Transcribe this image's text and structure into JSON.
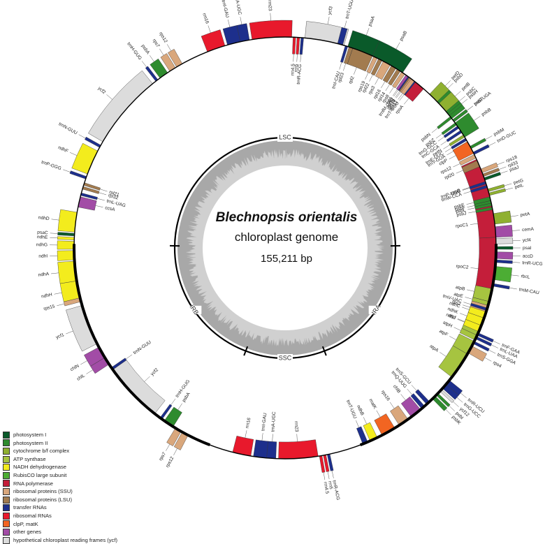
{
  "title": {
    "species": "Blechnopsis orientalis",
    "subtitle": "chloroplast genome",
    "size": "155,211 bp"
  },
  "genome_length": 155211,
  "colors": {
    "photosystem_I": "#0a5a2a",
    "photosystem_II": "#2e8b2e",
    "cytochrome_bf": "#8fb030",
    "atp_synthase": "#a6c440",
    "nadh": "#f3ec1d",
    "rubisco": "#4cad34",
    "rna_polymerase": "#c41e3a",
    "ssu": "#d9a77c",
    "lsu": "#a27b4f",
    "trna": "#1d2f8c",
    "rrna": "#e8192c",
    "clpp_matk": "#f26522",
    "other": "#a24ca6",
    "ycf": "#dcdcdc",
    "inner_dark": "#a8a8a8",
    "inner_light": "#d0d0d0"
  },
  "regions": [
    {
      "label": "LSC",
      "pos": 0.0
    },
    {
      "label": "IRA",
      "pos": 0.345
    },
    {
      "label": "SSC",
      "pos": 0.5
    },
    {
      "label": "IRB",
      "pos": 0.655
    }
  ],
  "boundaries": [
    0.247,
    0.442,
    0.558,
    0.753
  ],
  "legend": [
    {
      "label": "photosystem I",
      "color": "#0a5a2a"
    },
    {
      "label": "photosystem II",
      "color": "#2e8b2e"
    },
    {
      "label": "cytochrome b/f complex",
      "color": "#8fb030"
    },
    {
      "label": "ATP synthase",
      "color": "#a6c440"
    },
    {
      "label": "NADH dehydrogenase",
      "color": "#f3ec1d"
    },
    {
      "label": "RubisCO large subunit",
      "color": "#4cad34"
    },
    {
      "label": "RNA polymerase",
      "color": "#c41e3a"
    },
    {
      "label": "ribosomal proteins (SSU)",
      "color": "#d9a77c"
    },
    {
      "label": "ribosomal proteins (LSU)",
      "color": "#a27b4f"
    },
    {
      "label": "transfer RNAs",
      "color": "#1d2f8c"
    },
    {
      "label": "ribosomal RNAs",
      "color": "#e8192c"
    },
    {
      "label": "clpP, matK",
      "color": "#f26522"
    },
    {
      "label": "other genes",
      "color": "#a24ca6"
    },
    {
      "label": "hypothetical chloroplast reading frames (ycf)",
      "color": "#dcdcdc"
    }
  ],
  "genes": [
    {
      "name": "ycf3",
      "cat": "ycf",
      "start": 0.015,
      "end": 0.045,
      "side": "out"
    },
    {
      "name": "psaA",
      "cat": "photosystem_I",
      "start": 0.048,
      "end": 0.068,
      "side": "out"
    },
    {
      "name": "psaB",
      "cat": "photosystem_I",
      "start": 0.068,
      "end": 0.094,
      "side": "out"
    },
    {
      "name": "trnfM-CAU",
      "cat": "trna",
      "start": 0.098,
      "end": 0.1,
      "side": "in"
    },
    {
      "name": "rps14",
      "cat": "ssu",
      "start": 0.1,
      "end": 0.103,
      "side": "in"
    },
    {
      "name": "trnT-GGU",
      "cat": "trna",
      "start": 0.104,
      "end": 0.106,
      "side": "in"
    },
    {
      "name": "psbD",
      "cat": "photosystem_II",
      "start": 0.121,
      "end": 0.132,
      "side": "out"
    },
    {
      "name": "psbC",
      "cat": "photosystem_II",
      "start": 0.132,
      "end": 0.145,
      "side": "out"
    },
    {
      "name": "trnS-UGA",
      "cat": "trna",
      "start": 0.146,
      "end": 0.148,
      "side": "out"
    },
    {
      "name": "psbZ",
      "cat": "photosystem_II",
      "start": 0.149,
      "end": 0.151,
      "side": "in"
    },
    {
      "name": "trnG-GCC",
      "cat": "trna",
      "start": 0.152,
      "end": 0.154,
      "side": "in"
    },
    {
      "name": "trnC-GCA",
      "cat": "trna",
      "start": 0.156,
      "end": 0.158,
      "side": "in"
    },
    {
      "name": "petN",
      "cat": "cytochrome_bf",
      "start": 0.16,
      "end": 0.162,
      "side": "in"
    },
    {
      "name": "trnE-UUC",
      "cat": "trna",
      "start": 0.163,
      "end": 0.165,
      "side": "in"
    },
    {
      "name": "trnY-GUA",
      "cat": "trna",
      "start": 0.166,
      "end": 0.168,
      "side": "in"
    },
    {
      "name": "psbM",
      "cat": "photosystem_II",
      "start": 0.17,
      "end": 0.172,
      "side": "out"
    },
    {
      "name": "trnD-GUC",
      "cat": "trna",
      "start": 0.175,
      "end": 0.177,
      "side": "out"
    },
    {
      "name": "rpoB",
      "cat": "rna_polymerase",
      "start": 0.181,
      "end": 0.218,
      "side": "in"
    },
    {
      "name": "rpoC1",
      "cat": "rna_polymerase",
      "start": 0.218,
      "end": 0.242,
      "side": "in"
    },
    {
      "name": "rpoC2",
      "cat": "rna_polymerase",
      "start": 0.242,
      "end": 0.292,
      "side": "in"
    },
    {
      "name": "rps2",
      "cat": "ssu",
      "start": 0.294,
      "end": 0.305,
      "side": "in"
    },
    {
      "name": "atpI",
      "cat": "atp_synthase",
      "start": 0.306,
      "end": 0.318,
      "side": "in"
    },
    {
      "name": "atpH",
      "cat": "atp_synthase",
      "start": 0.318,
      "end": 0.322,
      "side": "in"
    },
    {
      "name": "atpF",
      "cat": "atp_synthase",
      "start": 0.323,
      "end": 0.334,
      "side": "in"
    },
    {
      "name": "atpA",
      "cat": "atp_synthase",
      "start": 0.334,
      "end": 0.355,
      "side": "in"
    },
    {
      "name": "trnR-UCU",
      "cat": "trna",
      "start": 0.358,
      "end": 0.362,
      "side": "out"
    },
    {
      "name": "trnG-UCC",
      "cat": "trna",
      "start": 0.362,
      "end": 0.366,
      "side": "out"
    },
    {
      "name": "ycf12",
      "cat": "ycf",
      "start": 0.367,
      "end": 0.369,
      "side": "out"
    },
    {
      "name": "psbI",
      "cat": "photosystem_II",
      "start": 0.371,
      "end": 0.373,
      "side": "out"
    },
    {
      "name": "psbK",
      "cat": "photosystem_II",
      "start": 0.374,
      "end": 0.377,
      "side": "out"
    },
    {
      "name": "trnS-GCU",
      "cat": "trna",
      "start": 0.38,
      "end": 0.383,
      "side": "in"
    },
    {
      "name": "trnQ-UUG",
      "cat": "trna",
      "start": 0.385,
      "end": 0.388,
      "side": "in"
    },
    {
      "name": "chlB",
      "cat": "other",
      "start": 0.389,
      "end": 0.398,
      "side": "in"
    },
    {
      "name": "rps16",
      "cat": "ssu",
      "start": 0.401,
      "end": 0.409,
      "side": "in"
    },
    {
      "name": "matK",
      "cat": "clpp_matk",
      "start": 0.413,
      "end": 0.424,
      "side": "in"
    },
    {
      "name": "ndhB",
      "cat": "nadh",
      "start": 0.428,
      "end": 0.434,
      "side": "in"
    },
    {
      "name": "trnT-UGU",
      "cat": "trna",
      "start": 0.436,
      "end": 0.44,
      "side": "in"
    },
    {
      "name": "trnR-ACG",
      "cat": "trna",
      "start": 0.466,
      "end": 0.468,
      "side": "out"
    },
    {
      "name": "rrn5",
      "cat": "rrna",
      "start": 0.469,
      "end": 0.471,
      "side": "out"
    },
    {
      "name": "rrn4.5",
      "cat": "rrna",
      "start": 0.472,
      "end": 0.474,
      "side": "out"
    },
    {
      "name": "rrn23",
      "cat": "rrna",
      "start": 0.475,
      "end": 0.505,
      "side": "in"
    },
    {
      "name": "trnA-UGC",
      "cat": "trna",
      "start": 0.507,
      "end": 0.514,
      "side": "in"
    },
    {
      "name": "trnI-GAU",
      "cat": "trna",
      "start": 0.514,
      "end": 0.524,
      "side": "in"
    },
    {
      "name": "rrn16",
      "cat": "rrna",
      "start": 0.526,
      "end": 0.54,
      "side": "in"
    },
    {
      "name": "rps12",
      "cat": "ssu",
      "start": 0.576,
      "end": 0.581,
      "side": "out"
    },
    {
      "name": "rps7",
      "cat": "ssu",
      "start": 0.582,
      "end": 0.587,
      "side": "out"
    },
    {
      "name": "psbA",
      "cat": "photosystem_II",
      "start": 0.589,
      "end": 0.597,
      "side": "in"
    },
    {
      "name": "trnH-GUG",
      "cat": "trna",
      "start": 0.599,
      "end": 0.601,
      "side": "in"
    },
    {
      "name": "ycf2",
      "cat": "ycf",
      "start": 0.606,
      "end": 0.652,
      "side": "in"
    },
    {
      "name": "trnN-GUU",
      "cat": "trna",
      "start": 0.652,
      "end": 0.654,
      "side": "in"
    },
    {
      "name": "chlL",
      "cat": "other",
      "start": 0.657,
      "end": 0.663,
      "side": "out"
    },
    {
      "name": "chlN",
      "cat": "other",
      "start": 0.663,
      "end": 0.672,
      "side": "out"
    },
    {
      "name": "ycf1",
      "cat": "ycf",
      "start": 0.675,
      "end": 0.706,
      "side": "out"
    },
    {
      "name": "rps15",
      "cat": "ssu",
      "start": 0.709,
      "end": 0.712,
      "side": "out"
    },
    {
      "name": "ndhH",
      "cat": "nadh",
      "start": 0.712,
      "end": 0.725,
      "side": "out"
    },
    {
      "name": "ndhA",
      "cat": "nadh",
      "start": 0.725,
      "end": 0.74,
      "side": "out"
    },
    {
      "name": "ndhI",
      "cat": "nadh",
      "start": 0.741,
      "end": 0.748,
      "side": "out"
    },
    {
      "name": "ndhG",
      "cat": "nadh",
      "start": 0.749,
      "end": 0.755,
      "side": "out"
    },
    {
      "name": "ndhE",
      "cat": "nadh",
      "start": 0.756,
      "end": 0.758,
      "side": "out"
    },
    {
      "name": "psaC",
      "cat": "photosystem_I",
      "start": 0.759,
      "end": 0.761,
      "side": "out"
    },
    {
      "name": "ndhD",
      "cat": "nadh",
      "start": 0.762,
      "end": 0.777,
      "side": "out"
    },
    {
      "name": "ccsA",
      "cat": "other",
      "start": 0.781,
      "end": 0.789,
      "side": "in"
    },
    {
      "name": "trnL-UAG",
      "cat": "trna",
      "start": 0.79,
      "end": 0.792,
      "side": "in"
    },
    {
      "name": "rpl32",
      "cat": "lsu",
      "start": 0.795,
      "end": 0.797,
      "side": "in"
    },
    {
      "name": "rpl21",
      "cat": "lsu",
      "start": 0.798,
      "end": 0.8,
      "side": "in"
    },
    {
      "name": "trnP-GGG",
      "cat": "trna",
      "start": 0.803,
      "end": 0.805,
      "side": "out"
    },
    {
      "name": "ndhF",
      "cat": "nadh",
      "start": 0.807,
      "end": 0.826,
      "side": "out"
    },
    {
      "name": "trnN-GUU",
      "cat": "trna",
      "start": 0.829,
      "end": 0.831,
      "side": "out"
    },
    {
      "name": "ycf2",
      "cat": "ycf",
      "start": 0.834,
      "end": 0.892,
      "side": "out"
    },
    {
      "name": "trnH-GUG",
      "cat": "trna",
      "start": 0.895,
      "end": 0.897,
      "side": "out"
    },
    {
      "name": "psbA",
      "cat": "photosystem_II",
      "start": 0.899,
      "end": 0.906,
      "side": "out"
    },
    {
      "name": "rps7",
      "cat": "ssu",
      "start": 0.908,
      "end": 0.913,
      "side": "out"
    },
    {
      "name": "rps12",
      "cat": "ssu",
      "start": 0.914,
      "end": 0.919,
      "side": "out"
    },
    {
      "name": "rrn16",
      "cat": "rrna",
      "start": 0.94,
      "end": 0.954,
      "side": "out"
    },
    {
      "name": "trnI-GAU",
      "cat": "trna",
      "start": 0.956,
      "end": 0.966,
      "side": "out"
    },
    {
      "name": "trnA-UGC",
      "cat": "trna",
      "start": 0.966,
      "end": 0.973,
      "side": "out"
    },
    {
      "name": "rrn23",
      "cat": "rrna",
      "start": 0.975,
      "end": 1.005,
      "side": "out"
    },
    {
      "name": "rrn4.5",
      "cat": "rrna",
      "start": 1.006,
      "end": 1.008,
      "side": "in"
    },
    {
      "name": "rrn5",
      "cat": "rrna",
      "start": 1.009,
      "end": 1.011,
      "side": "in"
    },
    {
      "name": "trnR-ACG",
      "cat": "trna",
      "start": 1.012,
      "end": 1.014,
      "side": "in"
    },
    {
      "name": "trnT-UGU",
      "cat": "trna",
      "start": 1.04,
      "end": 1.044,
      "side": "out"
    },
    {
      "name": "trnI-CAU",
      "cat": "trna",
      "start": 1.046,
      "end": 1.048,
      "side": "in"
    },
    {
      "name": "rpl23",
      "cat": "lsu",
      "start": 1.049,
      "end": 1.052,
      "side": "in"
    },
    {
      "name": "rpl2",
      "cat": "lsu",
      "start": 1.052,
      "end": 1.068,
      "side": "in"
    },
    {
      "name": "rps19",
      "cat": "ssu",
      "start": 1.069,
      "end": 1.072,
      "side": "in"
    },
    {
      "name": "rpl22",
      "cat": "lsu",
      "start": 1.073,
      "end": 1.076,
      "side": "in"
    },
    {
      "name": "rps3",
      "cat": "ssu",
      "start": 1.077,
      "end": 1.083,
      "side": "in"
    },
    {
      "name": "rpl16",
      "cat": "lsu",
      "start": 1.084,
      "end": 1.088,
      "side": "in"
    },
    {
      "name": "rpl14",
      "cat": "lsu",
      "start": 1.089,
      "end": 1.092,
      "side": "in"
    },
    {
      "name": "rps8",
      "cat": "ssu",
      "start": 1.093,
      "end": 1.096,
      "side": "in"
    },
    {
      "name": "infA",
      "cat": "other",
      "start": 1.097,
      "end": 1.099,
      "side": "in"
    },
    {
      "name": "rpl36",
      "cat": "lsu",
      "start": 1.1,
      "end": 1.101,
      "side": "in"
    },
    {
      "name": "rps11",
      "cat": "ssu",
      "start": 1.102,
      "end": 1.105,
      "side": "in"
    },
    {
      "name": "rpoA",
      "cat": "rna_polymerase",
      "start": 1.106,
      "end": 1.114,
      "side": "in"
    },
    {
      "name": "petD",
      "cat": "cytochrome_bf",
      "start": 1.12,
      "end": 1.128,
      "side": "out"
    },
    {
      "name": "petB",
      "cat": "cytochrome_bf",
      "start": 1.13,
      "end": 1.138,
      "side": "out"
    },
    {
      "name": "psbH",
      "cat": "photosystem_II",
      "start": 1.14,
      "end": 1.142,
      "side": "out"
    },
    {
      "name": "psbN",
      "cat": "photosystem_II",
      "start": 1.143,
      "end": 1.145,
      "side": "in"
    },
    {
      "name": "psbT",
      "cat": "photosystem_II",
      "start": 1.146,
      "end": 1.148,
      "side": "out"
    },
    {
      "name": "psbB",
      "cat": "photosystem_II",
      "start": 1.149,
      "end": 1.162,
      "side": "out"
    },
    {
      "name": "clpP",
      "cat": "clpp_matk",
      "start": 1.166,
      "end": 1.176,
      "side": "in"
    },
    {
      "name": "rps12",
      "cat": "ssu",
      "start": 1.177,
      "end": 1.18,
      "side": "in"
    },
    {
      "name": "rpl20",
      "cat": "lsu",
      "start": 1.182,
      "end": 1.187,
      "side": "in"
    },
    {
      "name": "rps18",
      "cat": "ssu",
      "start": 1.189,
      "end": 1.192,
      "side": "out"
    },
    {
      "name": "rpl33",
      "cat": "lsu",
      "start": 1.193,
      "end": 1.195,
      "side": "out"
    },
    {
      "name": "psaJ",
      "cat": "photosystem_I",
      "start": 1.196,
      "end": 1.198,
      "side": "out"
    },
    {
      "name": "trnP-UGG",
      "cat": "trna",
      "start": 1.199,
      "end": 1.201,
      "side": "in"
    },
    {
      "name": "trnW-CCA",
      "cat": "trna",
      "start": 1.202,
      "end": 1.204,
      "side": "in"
    },
    {
      "name": "petG",
      "cat": "cytochrome_bf",
      "start": 1.205,
      "end": 1.207,
      "side": "out"
    },
    {
      "name": "petL",
      "cat": "cytochrome_bf",
      "start": 1.208,
      "end": 1.21,
      "side": "out"
    },
    {
      "name": "psbE",
      "cat": "photosystem_II",
      "start": 1.211,
      "end": 1.214,
      "side": "in"
    },
    {
      "name": "psbF",
      "cat": "photosystem_II",
      "start": 1.214,
      "end": 1.216,
      "side": "in"
    },
    {
      "name": "psbL",
      "cat": "photosystem_II",
      "start": 1.216,
      "end": 1.218,
      "side": "in"
    },
    {
      "name": "psbJ",
      "cat": "photosystem_II",
      "start": 1.219,
      "end": 1.221,
      "side": "in"
    },
    {
      "name": "petA",
      "cat": "cytochrome_bf",
      "start": 1.224,
      "end": 1.232,
      "side": "out"
    },
    {
      "name": "cemA",
      "cat": "other",
      "start": 1.234,
      "end": 1.242,
      "side": "out"
    },
    {
      "name": "ycf4",
      "cat": "ycf",
      "start": 1.243,
      "end": 1.247,
      "side": "out"
    },
    {
      "name": "psaI",
      "cat": "photosystem_I",
      "start": 1.249,
      "end": 1.251,
      "side": "out"
    },
    {
      "name": "accD",
      "cat": "other",
      "start": 1.253,
      "end": 1.258,
      "side": "out"
    },
    {
      "name": "trnR-UCG",
      "cat": "trna",
      "start": 1.259,
      "end": 1.261,
      "side": "out"
    },
    {
      "name": "rbcL",
      "cat": "rubisco",
      "start": 1.264,
      "end": 1.274,
      "side": "out"
    },
    {
      "name": "trnM-CAU",
      "cat": "trna",
      "start": 1.277,
      "end": 1.279,
      "side": "out"
    },
    {
      "name": "atpB",
      "cat": "atp_synthase",
      "start": 1.281,
      "end": 1.291,
      "side": "in"
    },
    {
      "name": "atpE",
      "cat": "atp_synthase",
      "start": 1.291,
      "end": 1.294,
      "side": "in"
    },
    {
      "name": "trnV-UAC",
      "cat": "trna",
      "start": 1.296,
      "end": 1.298,
      "side": "in"
    },
    {
      "name": "ndhC",
      "cat": "nadh",
      "start": 1.299,
      "end": 1.304,
      "side": "in"
    },
    {
      "name": "ndhK",
      "cat": "nadh",
      "start": 1.304,
      "end": 1.31,
      "side": "in"
    },
    {
      "name": "ndhJ",
      "cat": "nadh",
      "start": 1.31,
      "end": 1.315,
      "side": "in"
    },
    {
      "name": "trnF-GAA",
      "cat": "trna",
      "start": 1.316,
      "end": 1.318,
      "side": "out"
    },
    {
      "name": "trnL-UAA",
      "cat": "trna",
      "start": 1.319,
      "end": 1.321,
      "side": "out"
    },
    {
      "name": "trnS-GGA",
      "cat": "trna",
      "start": 1.323,
      "end": 1.325,
      "side": "out"
    },
    {
      "name": "rps4",
      "cat": "ssu",
      "start": 1.327,
      "end": 1.333,
      "side": "out"
    }
  ]
}
